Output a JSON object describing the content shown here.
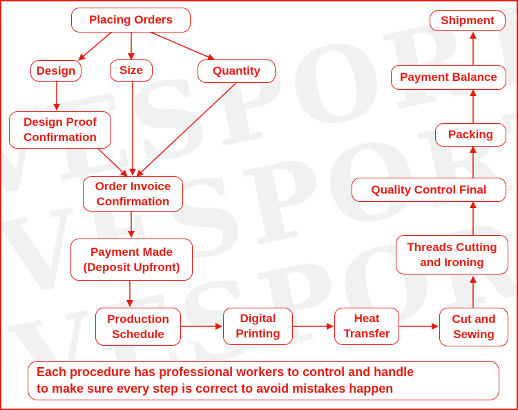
{
  "colors": {
    "accent": "#e41b13",
    "background": "#ffffff"
  },
  "watermark": {
    "text": "VESPORTS"
  },
  "nodes": {
    "placing_orders": "Placing Orders",
    "design": "Design",
    "size": "Size",
    "quantity": "Quantity",
    "design_proof": "Design Proof\nConfirmation",
    "order_invoice": "Order Invoice\nConfirmation",
    "payment_made": "Payment Made\n(Deposit Upfront)",
    "production_schedule": "Production\nSchedule",
    "digital_printing": "Digital\nPrinting",
    "heat_transfer": "Heat\nTransfer",
    "cut_sewing": "Cut and\nSewing",
    "threads_cutting": "Threads Cutting\nand Ironing",
    "quality_control": "Quality Control Final",
    "packing": "Packing",
    "payment_balance": "Payment Balance",
    "shipment": "Shipment"
  },
  "note": "Each procedure has professional workers to control and handle\nto make sure every step is correct to avoid mistakes happen"
}
